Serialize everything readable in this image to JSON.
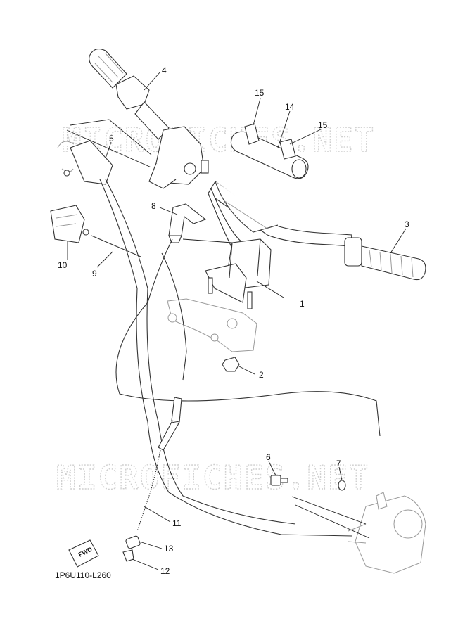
{
  "watermark": "MICROFICHES.NET",
  "diagram_code": "1P6U110-L260",
  "fwd_label": "FWD",
  "callouts": {
    "c1": "1",
    "c2": "2",
    "c3": "3",
    "c4": "4",
    "c5": "5",
    "c6": "6",
    "c7": "7",
    "c8": "8",
    "c9": "9",
    "c10": "10",
    "c11": "11",
    "c12": "12",
    "c13": "13",
    "c14": "14",
    "c15a": "15",
    "c15b": "15"
  }
}
